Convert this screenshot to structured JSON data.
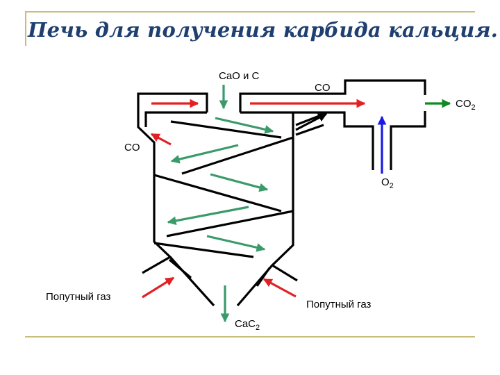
{
  "title": "Печь для получения карбида кальция.",
  "labels": {
    "feed": "CaO и C",
    "co_top": "CO",
    "co2_base": "CO",
    "co2_sub": "2",
    "co_left": "CO",
    "o2_base": "O",
    "o2_sub": "2",
    "gas_left": "Попутный газ",
    "gas_right": "Попутный газ",
    "product_base": "CaC",
    "product_sub": "2"
  },
  "colors": {
    "title": "#1f3f6f",
    "rule": "#c9bd7a",
    "red_arrow": "#e32024",
    "green_arrow": "#3a9a6a",
    "dark_green_arrow": "#118a22",
    "blue_arrow": "#1a1ae6",
    "outline": "#000000"
  }
}
